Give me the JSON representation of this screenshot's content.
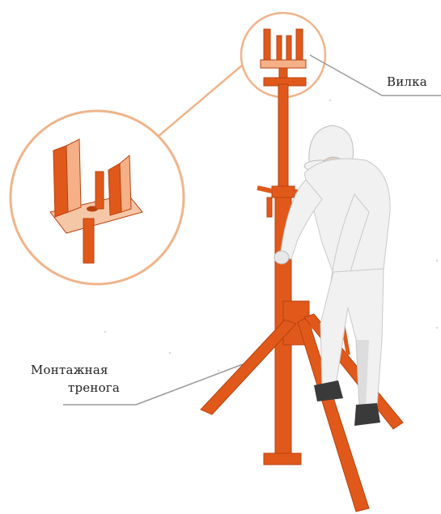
{
  "labels": {
    "fork": "Вилка",
    "tripod_line1": "Монтажная",
    "tripod_line2": "тренога"
  },
  "colors": {
    "steel": "#e0591b",
    "steel_dark": "#b8420f",
    "steel_light": "#f6b088",
    "callout_ring": "#f0b48a",
    "suit": "#f1f1f1",
    "suit_shadow": "#c9c9c9",
    "boot": "#3a3a3a",
    "leader": "#9a9a9a"
  }
}
